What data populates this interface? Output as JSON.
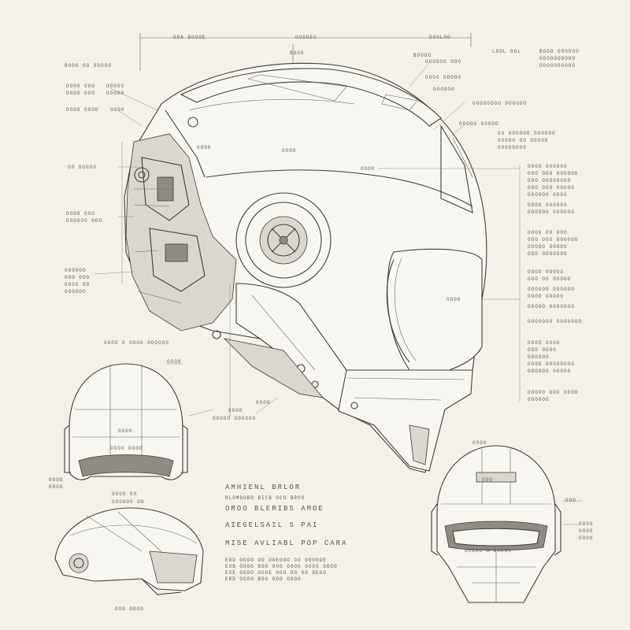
{
  "colors": {
    "paper": "#f3f1ea",
    "ink": "#3e3d3a",
    "label": "#5b5a56"
  },
  "spec_block": {
    "line1": "AMHIENL  BRLOR",
    "line2": "RLOMGOBD  BICB  OCO BROO",
    "line3": "OROO  BLERIBS  AMOE",
    "line4": "AIEGELSAIL S PAI",
    "line5": "MISE  AVLIABL  POP  CARA",
    "line6": "EOD  OOOO OO OOEOOO OO OOOODE",
    "line7": "EOB  OOOO  BOO OOO  OOOO OOOO OOOO",
    "line8": "ESE  OOOO OOOE  OOO OO OO OEOO",
    "line9": "ERD  OOOO  BOO  OOO    OOOO"
  }
}
